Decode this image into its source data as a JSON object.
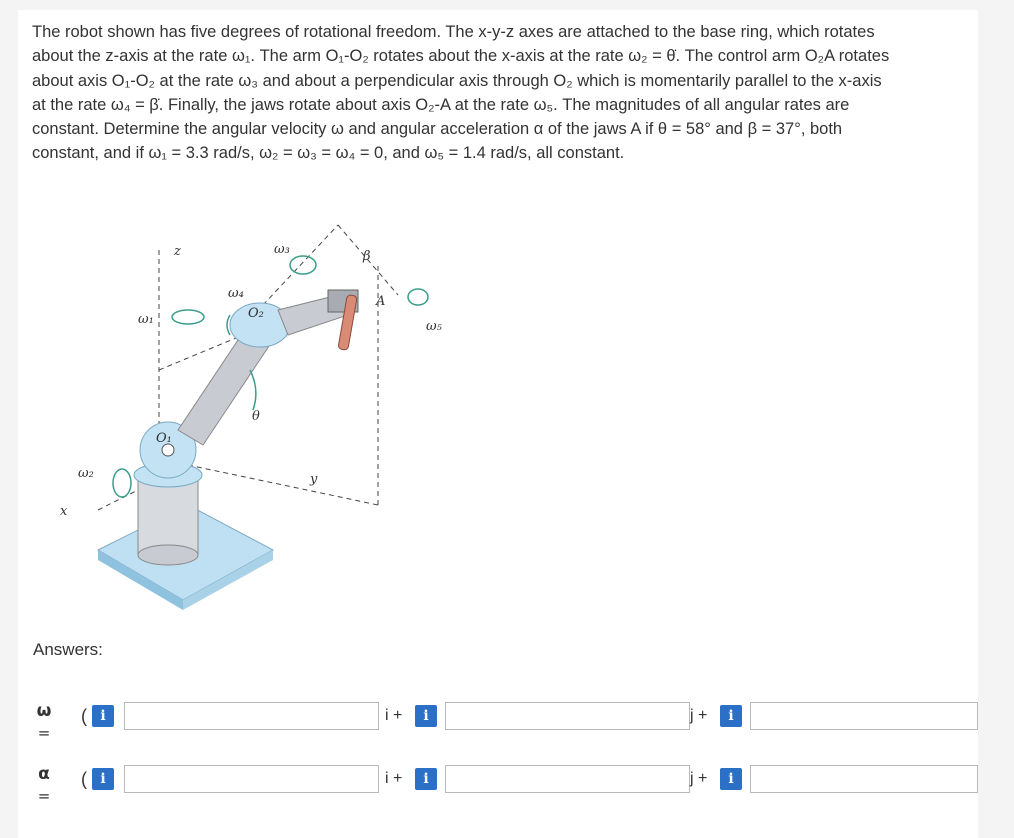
{
  "problem": {
    "line1": "The robot shown has five degrees of rotational freedom. The x-y-z axes are attached to the base ring, which rotates",
    "line2": "about the z-axis at the rate ω₁. The arm O₁-O₂ rotates about the x-axis at the rate ω₂ = θ̇. The control arm O₂A rotates",
    "line3": "about axis O₁-O₂ at the rate ω₃ and about a perpendicular axis through O₂ which is momentarily parallel to the x-axis",
    "line4": "at the rate ω₄ = β̇. Finally, the jaws rotate about axis O₂-A at the rate ω₅. The magnitudes of all angular rates are",
    "line5": "constant. Determine the angular velocity ω and angular acceleration α of the jaws A if θ = 58° and β = 37°, both",
    "line6": "constant, and if ω₁ = 3.3 rad/s, ω₂ = ω₃ = ω₄ = 0, and ω₅ = 1.4 rad/s, all constant."
  },
  "figure_labels": {
    "z": "z",
    "x": "x",
    "y": "y",
    "w1": "ω₁",
    "w2": "ω₂",
    "w3": "ω₃",
    "w4": "ω₄",
    "w5": "ω₅",
    "o1": "O₁",
    "o2": "O₂",
    "a": "A",
    "theta": "θ",
    "beta": "β"
  },
  "answers_label": "Answers:",
  "rows": [
    {
      "symbol": "ω",
      "eq": "=",
      "paren": "(",
      "info": "i",
      "unit_i": "i +",
      "unit_j": "j +",
      "i_value": "",
      "j_value": "",
      "k_value": ""
    },
    {
      "symbol": "α",
      "eq": "=",
      "paren": "(",
      "info": "i",
      "unit_i": "i +",
      "unit_j": "j +",
      "i_value": "",
      "j_value": "",
      "k_value": ""
    }
  ],
  "colors": {
    "info_button": "#2b6fc7",
    "base": "#bfe0f2",
    "arm": "#c8ccd2",
    "jaw": "#d98b76"
  }
}
